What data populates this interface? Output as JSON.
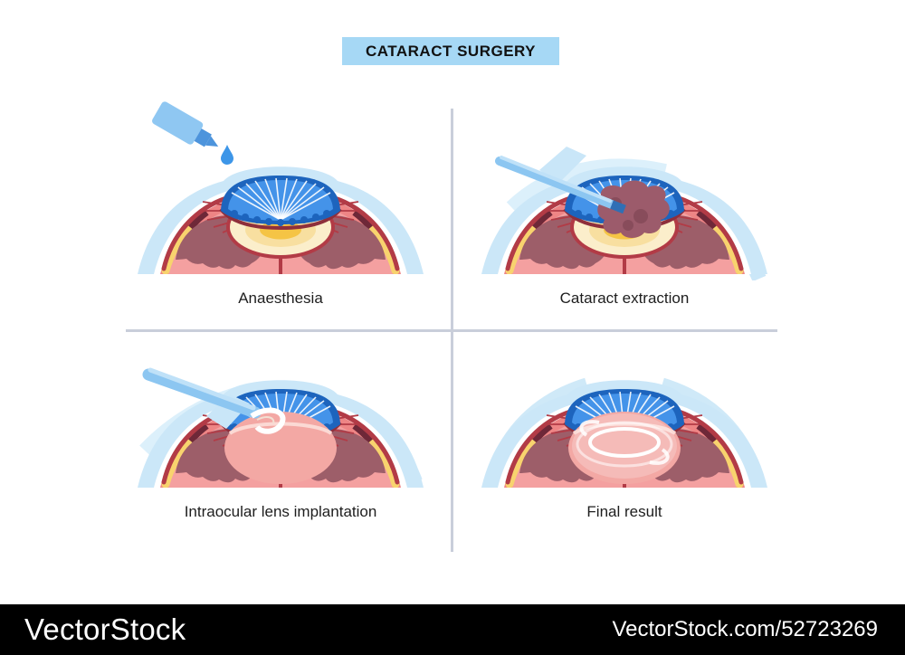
{
  "title": {
    "label": "CATARACT SURGERY"
  },
  "panels": [
    {
      "id": "anaesthesia",
      "label": "Anaesthesia"
    },
    {
      "id": "cataract-extraction",
      "label": "Cataract extraction"
    },
    {
      "id": "lens-implantation",
      "label": "Intraocular lens implantation"
    },
    {
      "id": "final-result",
      "label": "Final result"
    }
  ],
  "footer": {
    "logo": "VectorStock",
    "credit": "VectorStock.com/52723269"
  },
  "colors": {
    "title_bg": "#A6D8F5",
    "divider": "#C9CEDA",
    "footer_bg": "#000000",
    "cornea_band_blue": "#CBE7F8",
    "swoosh_blue": "#DCF0FB",
    "iris_dark_blue": "#1D64BD",
    "iris_blue": "#4493E9",
    "sclera_rim_pink": "#EE8585",
    "sclera_inner_pink": "#F4A0A0",
    "deep_red": "#B23B46",
    "vitreous_maroon": "#9D5E69",
    "dark_wedge": "#6E2838",
    "lens_cream": "#FBEECB",
    "lens_yellow": "#F8DFA0",
    "lens_core_orange": "#F5C445",
    "sclera_yellow": "#F8D36E",
    "tool_blue": "#8CC6F1",
    "tool_dark_blue": "#2F6FB5",
    "drop_blue": "#3D96E8",
    "cataract_mauve": "#9C5B6B",
    "capsule_pink": "#F3A8A4",
    "iol_white": "#FFFFFF"
  }
}
